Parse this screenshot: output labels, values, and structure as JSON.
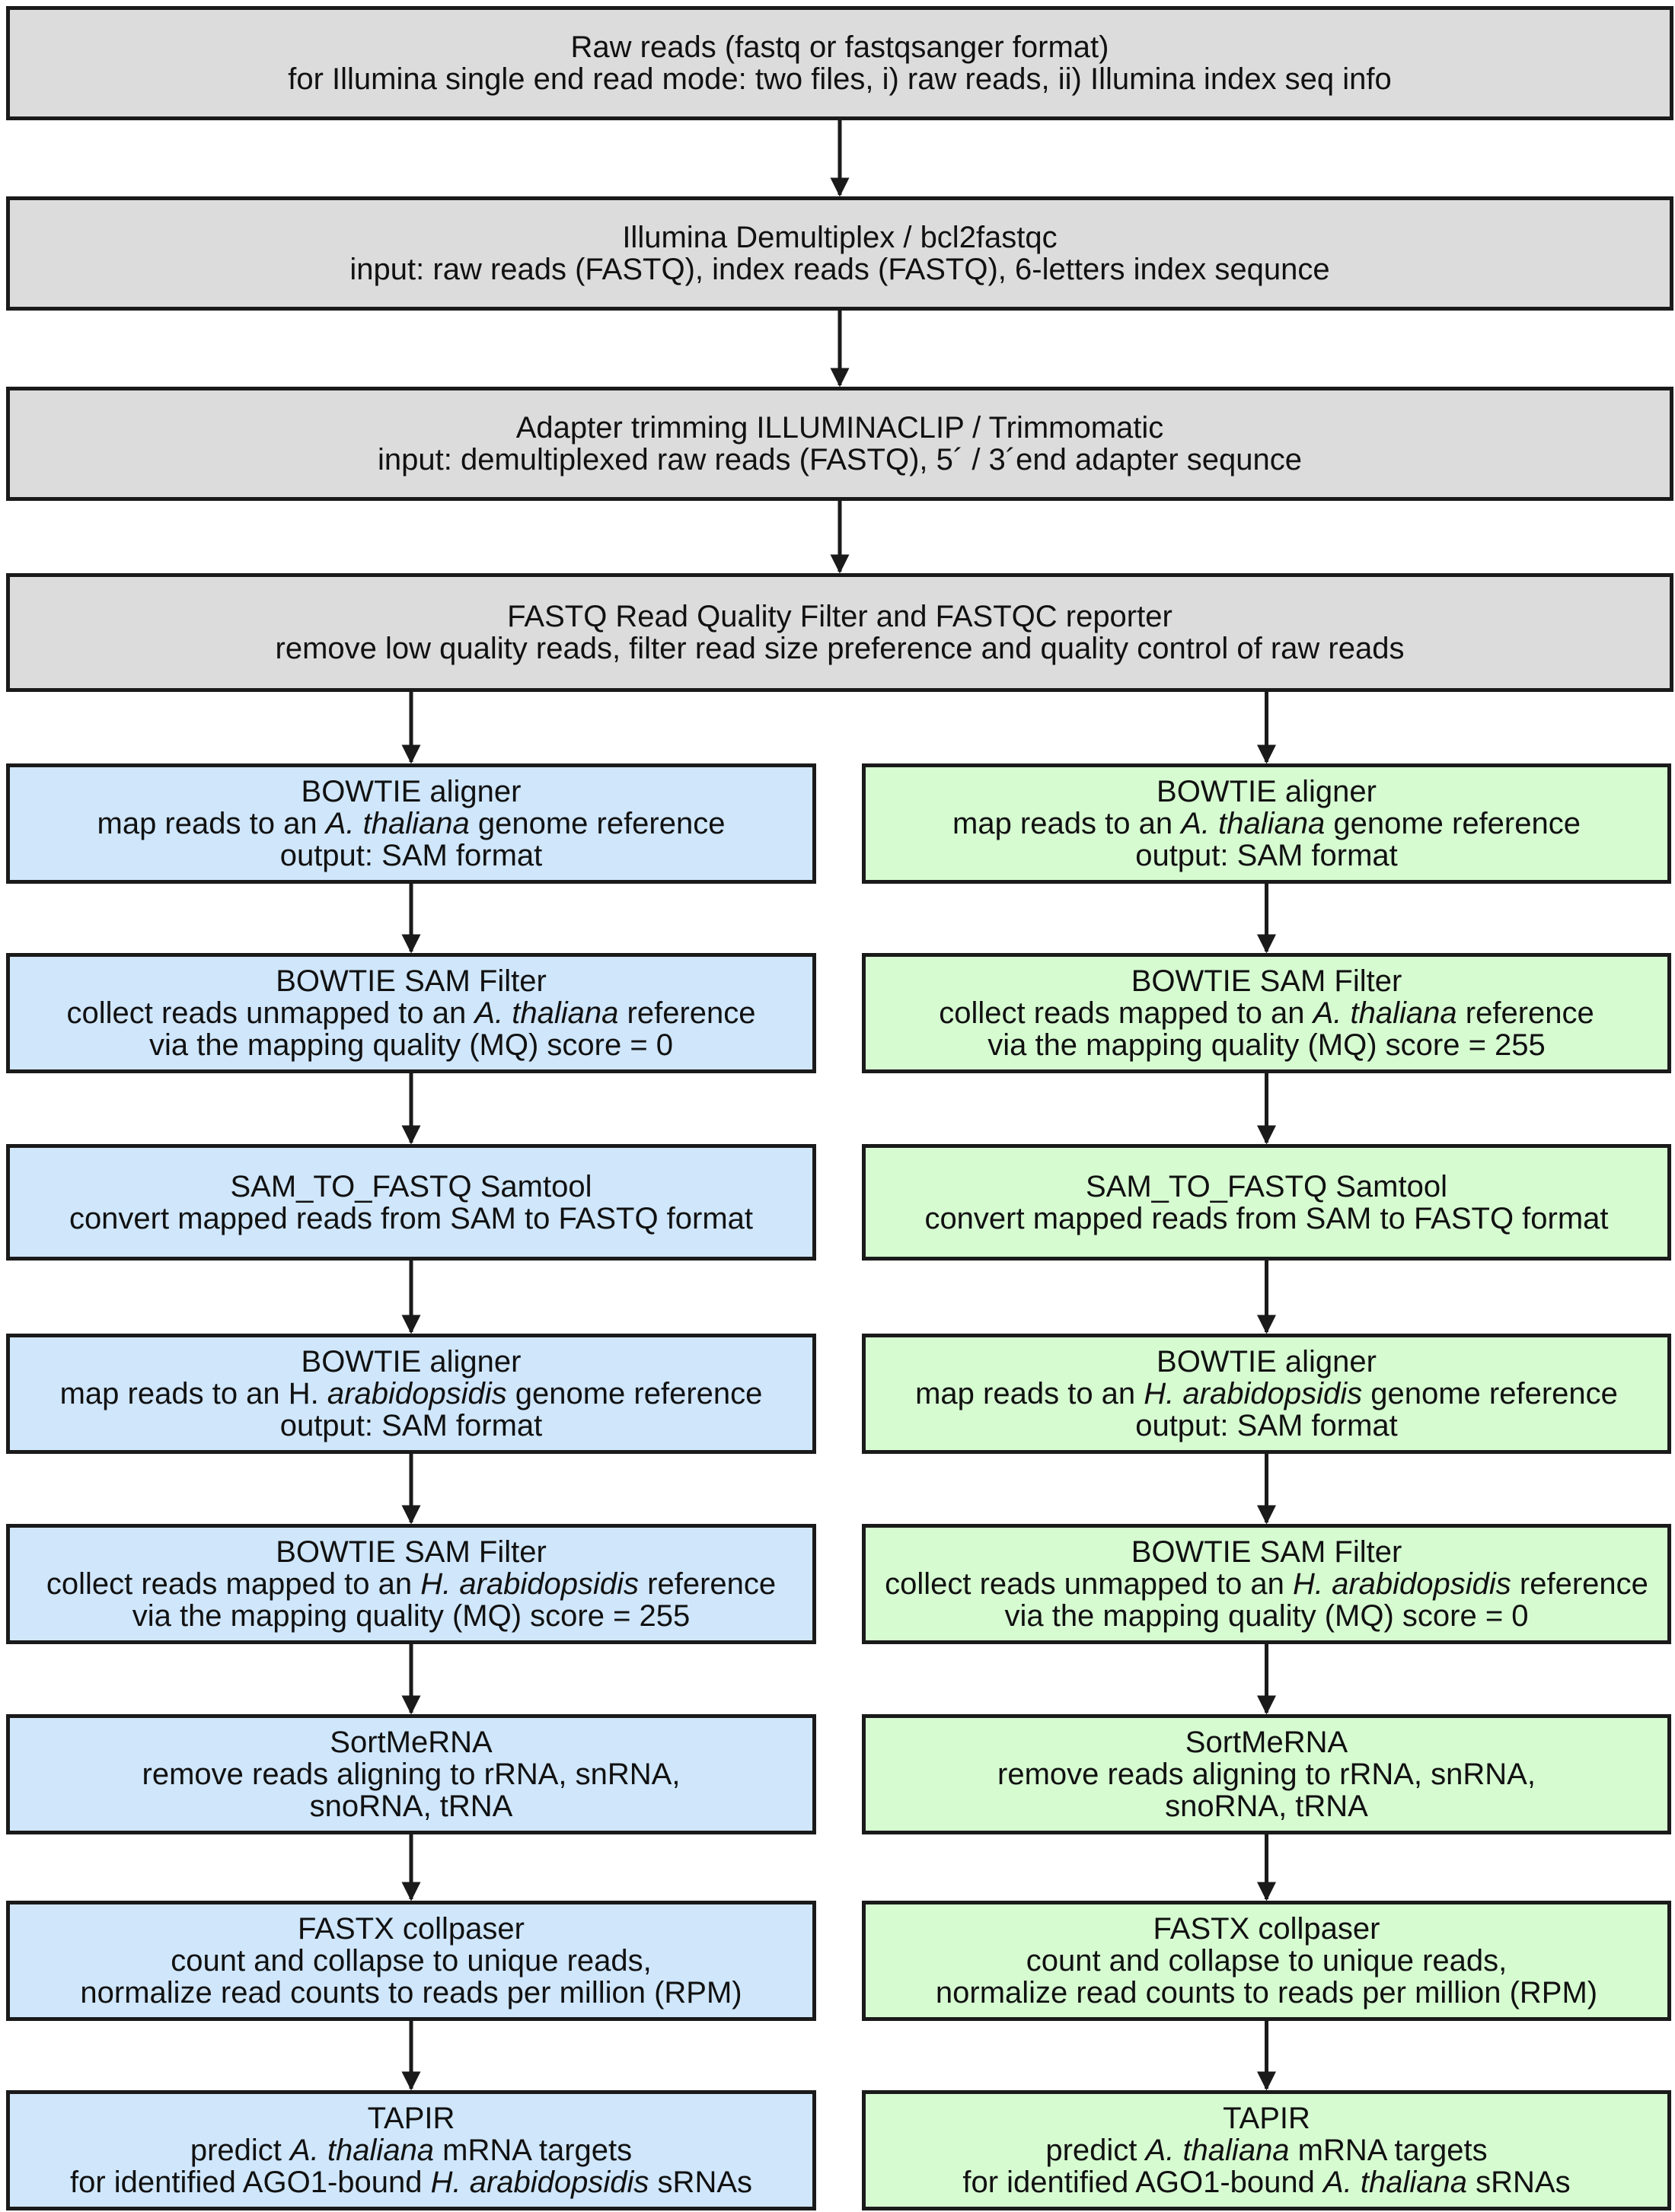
{
  "top_boxes": [
    {
      "lines": [
        [
          {
            "t": "Raw reads (fastq or fastqsanger format)"
          }
        ],
        [
          {
            "t": "for Illumina single end read mode: two files, i) raw reads, ii) Illumina index seq info"
          }
        ]
      ]
    },
    {
      "lines": [
        [
          {
            "t": "Illumina Demultiplex / bcl2fastqc"
          }
        ],
        [
          {
            "t": "input: raw reads (FASTQ), index reads (FASTQ), 6-letters index sequnce"
          }
        ]
      ]
    },
    {
      "lines": [
        [
          {
            "t": "Adapter trimming ILLUMINACLIP / Trimmomatic"
          }
        ],
        [
          {
            "t": "input: demultiplexed raw reads (FASTQ), 5´ / 3´end adapter sequnce"
          }
        ]
      ]
    },
    {
      "lines": [
        [
          {
            "t": "FASTQ Read Quality Filter and FASTQC reporter"
          }
        ],
        [
          {
            "t": "remove low quality reads, filter read size preference and quality control of raw reads"
          }
        ]
      ]
    }
  ],
  "left_boxes": [
    {
      "lines": [
        [
          {
            "t": "BOWTIE aligner"
          }
        ],
        [
          {
            "t": "map reads to an "
          },
          {
            "t": "A. thaliana",
            "i": true
          },
          {
            "t": " genome reference"
          }
        ],
        [
          {
            "t": "output: SAM format"
          }
        ]
      ]
    },
    {
      "lines": [
        [
          {
            "t": "BOWTIE SAM Filter"
          }
        ],
        [
          {
            "t": "collect reads unmapped to an "
          },
          {
            "t": "A. thaliana",
            "i": true
          },
          {
            "t": " reference"
          }
        ],
        [
          {
            "t": "via the mapping quality (MQ) score = 0"
          }
        ]
      ]
    },
    {
      "lines": [
        [
          {
            "t": "SAM_TO_FASTQ Samtool"
          }
        ],
        [
          {
            "t": "convert mapped reads from SAM to FASTQ format"
          }
        ]
      ]
    },
    {
      "lines": [
        [
          {
            "t": "BOWTIE aligner"
          }
        ],
        [
          {
            "t": "map reads to an H. "
          },
          {
            "t": "arabidopsidis",
            "i": true
          },
          {
            "t": " genome reference"
          }
        ],
        [
          {
            "t": "output: SAM format"
          }
        ]
      ]
    },
    {
      "lines": [
        [
          {
            "t": "BOWTIE SAM Filter"
          }
        ],
        [
          {
            "t": "collect reads mapped to an "
          },
          {
            "t": "H. arabidopsidis",
            "i": true
          },
          {
            "t": " reference"
          }
        ],
        [
          {
            "t": "via the mapping quality (MQ) score = 255"
          }
        ]
      ]
    },
    {
      "lines": [
        [
          {
            "t": "SortMeRNA"
          }
        ],
        [
          {
            "t": "remove reads aligning to rRNA, snRNA,"
          }
        ],
        [
          {
            "t": "snoRNA, tRNA"
          }
        ]
      ]
    },
    {
      "lines": [
        [
          {
            "t": "FASTX collpaser"
          }
        ],
        [
          {
            "t": "count and collapse to unique reads,"
          }
        ],
        [
          {
            "t": "normalize read counts to reads per million (RPM)"
          }
        ]
      ]
    },
    {
      "lines": [
        [
          {
            "t": "TAPIR"
          }
        ],
        [
          {
            "t": "predict "
          },
          {
            "t": "A. thaliana",
            "i": true
          },
          {
            "t": " mRNA targets"
          }
        ],
        [
          {
            "t": "for identified AGO1-bound "
          },
          {
            "t": "H. arabidopsidis",
            "i": true
          },
          {
            "t": " sRNAs"
          }
        ]
      ]
    }
  ],
  "right_boxes": [
    {
      "lines": [
        [
          {
            "t": "BOWTIE aligner"
          }
        ],
        [
          {
            "t": "map reads to an "
          },
          {
            "t": "A. thaliana",
            "i": true
          },
          {
            "t": " genome reference"
          }
        ],
        [
          {
            "t": "output: SAM format"
          }
        ]
      ]
    },
    {
      "lines": [
        [
          {
            "t": "BOWTIE SAM Filter"
          }
        ],
        [
          {
            "t": "collect reads mapped to an "
          },
          {
            "t": "A. thaliana",
            "i": true
          },
          {
            "t": " reference"
          }
        ],
        [
          {
            "t": "via the mapping quality (MQ) score = 255"
          }
        ]
      ]
    },
    {
      "lines": [
        [
          {
            "t": "SAM_TO_FASTQ Samtool"
          }
        ],
        [
          {
            "t": "convert mapped reads from SAM to FASTQ format"
          }
        ]
      ]
    },
    {
      "lines": [
        [
          {
            "t": "BOWTIE aligner"
          }
        ],
        [
          {
            "t": "map reads to an "
          },
          {
            "t": "H. arabidopsidis",
            "i": true
          },
          {
            "t": " genome reference"
          }
        ],
        [
          {
            "t": "output: SAM format"
          }
        ]
      ]
    },
    {
      "lines": [
        [
          {
            "t": "BOWTIE SAM Filter"
          }
        ],
        [
          {
            "t": "collect reads unmapped to an "
          },
          {
            "t": "H. arabidopsidis",
            "i": true
          },
          {
            "t": " reference"
          }
        ],
        [
          {
            "t": "via the mapping quality (MQ) score = 0"
          }
        ]
      ]
    },
    {
      "lines": [
        [
          {
            "t": "SortMeRNA"
          }
        ],
        [
          {
            "t": "remove reads aligning to rRNA, snRNA,"
          }
        ],
        [
          {
            "t": "snoRNA, tRNA"
          }
        ]
      ]
    },
    {
      "lines": [
        [
          {
            "t": "FASTX collpaser"
          }
        ],
        [
          {
            "t": "count and collapse to unique reads,"
          }
        ],
        [
          {
            "t": "normalize read counts to reads per million (RPM)"
          }
        ]
      ]
    },
    {
      "lines": [
        [
          {
            "t": "TAPIR"
          }
        ],
        [
          {
            "t": "predict "
          },
          {
            "t": "A. thaliana",
            "i": true
          },
          {
            "t": " mRNA targets"
          }
        ],
        [
          {
            "t": "for identified AGO1-bound "
          },
          {
            "t": "A. thaliana",
            "i": true
          },
          {
            "t": " sRNAs"
          }
        ]
      ]
    }
  ],
  "colors": {
    "top": "#dcdcdc",
    "left": "#cfe6fb",
    "right": "#d6fbd1",
    "stroke": "#1a1a1a"
  }
}
